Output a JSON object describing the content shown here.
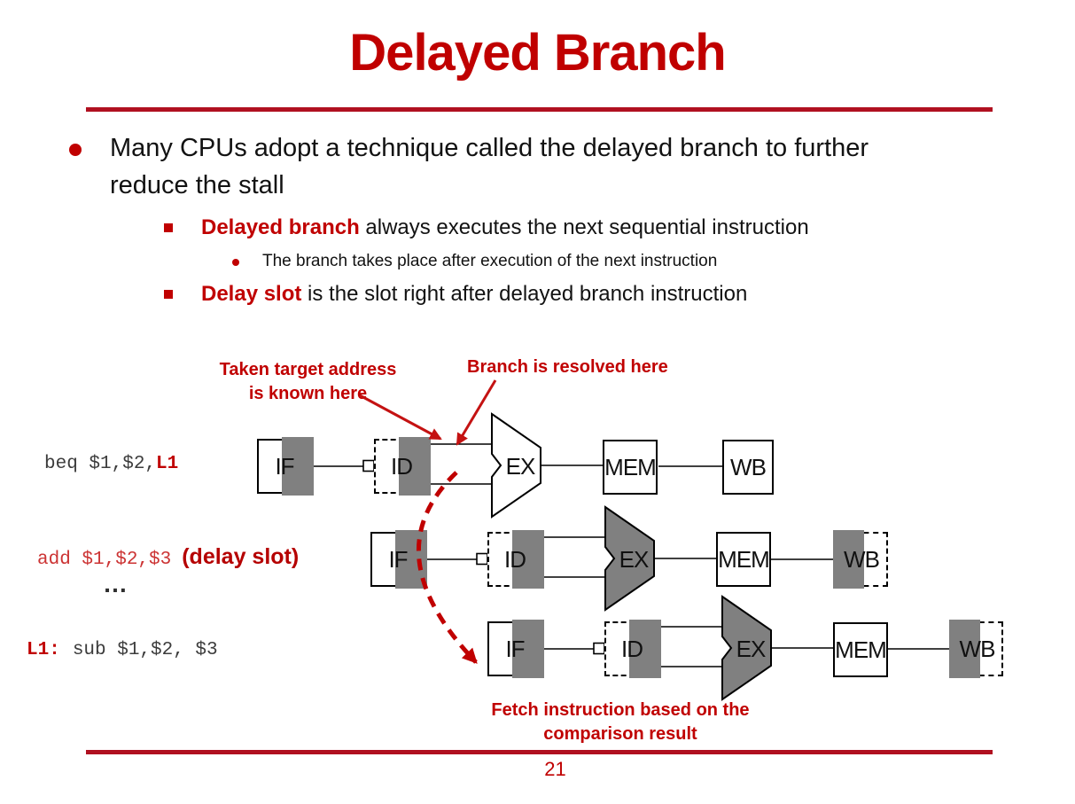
{
  "slide": {
    "title": "Delayed Branch",
    "page_number": "21"
  },
  "bullets": {
    "main_line1": "Many CPUs adopt a technique called the delayed branch to further",
    "main_line2": "reduce the stall",
    "sub1_bold": "Delayed branch",
    "sub1_rest": " always executes the next sequential instruction",
    "sub1_child": "The branch takes place after execution of the next instruction",
    "sub2_bold": "Delay slot",
    "sub2_rest": " is the slot right after delayed branch instruction"
  },
  "annotations": {
    "taken_line1": "Taken target address",
    "taken_line2": "is known here",
    "branch_resolved": "Branch is resolved here",
    "fetch_line1": "Fetch instruction based on the",
    "fetch_line2": "comparison result"
  },
  "instructions": {
    "beq_code": "beq $1,$2,",
    "beq_label": "L1",
    "add_code": "add $1,$2,$3",
    "add_note": "(delay slot)",
    "ellipsis": "…",
    "l1_label": "L1:",
    "sub_code": "sub $1,$2, $3"
  },
  "pipeline": {
    "stages": [
      "IF",
      "ID",
      "EX",
      "MEM",
      "WB"
    ]
  },
  "colors": {
    "dark_red": "#c00000",
    "rule_red": "#b01020",
    "code_red": "#cc3333",
    "stage_gray": "#808080",
    "text": "#121212",
    "code_gray": "#3c3c3c"
  }
}
